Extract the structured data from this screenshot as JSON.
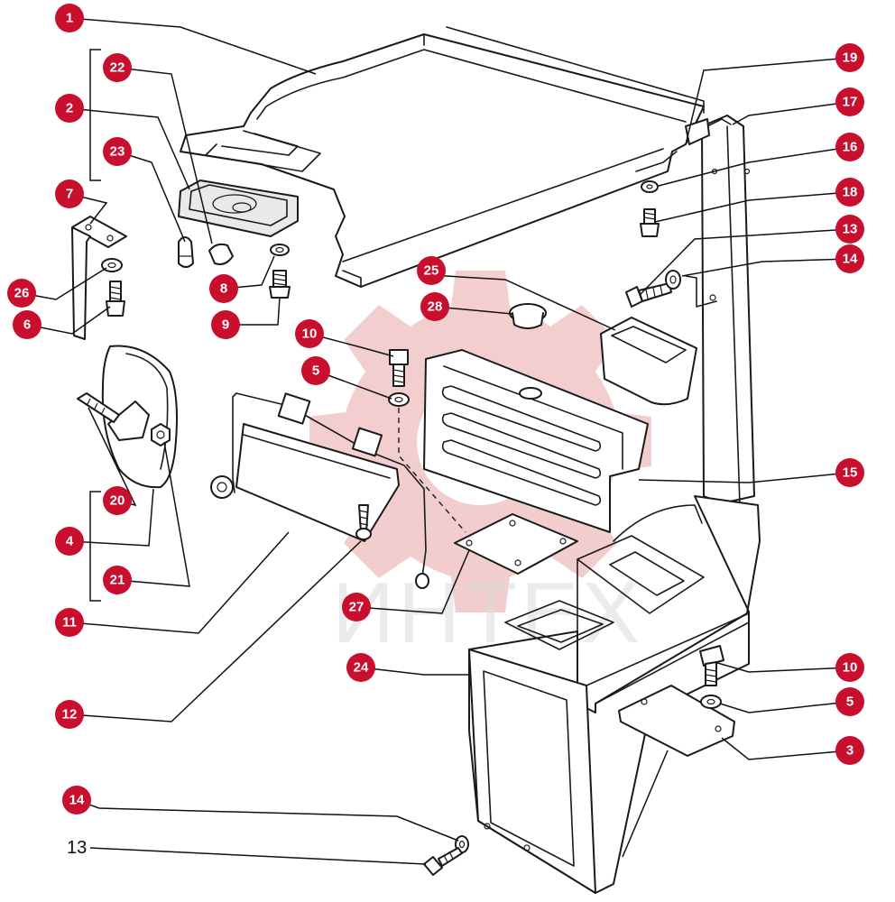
{
  "watermark": {
    "text": "ИНТЕХ",
    "gear_color": "#e8a6a6"
  },
  "callout_color": "#c8102e",
  "callouts": [
    {
      "id": "c1",
      "label": "1"
    },
    {
      "id": "c2",
      "label": "2"
    },
    {
      "id": "c22",
      "label": "22"
    },
    {
      "id": "c23",
      "label": "23"
    },
    {
      "id": "c7",
      "label": "7"
    },
    {
      "id": "c26",
      "label": "26"
    },
    {
      "id": "c6",
      "label": "6"
    },
    {
      "id": "c8",
      "label": "8"
    },
    {
      "id": "c9",
      "label": "9"
    },
    {
      "id": "c10a",
      "label": "10"
    },
    {
      "id": "c5a",
      "label": "5"
    },
    {
      "id": "c25",
      "label": "25"
    },
    {
      "id": "c28",
      "label": "28"
    },
    {
      "id": "c19",
      "label": "19"
    },
    {
      "id": "c17",
      "label": "17"
    },
    {
      "id": "c16",
      "label": "16"
    },
    {
      "id": "c18",
      "label": "18"
    },
    {
      "id": "c13a",
      "label": "13"
    },
    {
      "id": "c14a",
      "label": "14"
    },
    {
      "id": "c15",
      "label": "15"
    },
    {
      "id": "c20",
      "label": "20"
    },
    {
      "id": "c4",
      "label": "4"
    },
    {
      "id": "c21",
      "label": "21"
    },
    {
      "id": "c11",
      "label": "11"
    },
    {
      "id": "c12",
      "label": "12"
    },
    {
      "id": "c27",
      "label": "27"
    },
    {
      "id": "c24",
      "label": "24"
    },
    {
      "id": "c10b",
      "label": "10"
    },
    {
      "id": "c5b",
      "label": "5"
    },
    {
      "id": "c3",
      "label": "3"
    },
    {
      "id": "c14b",
      "label": "14"
    }
  ],
  "plain_labels": [
    {
      "id": "l13b",
      "label": "13"
    }
  ]
}
